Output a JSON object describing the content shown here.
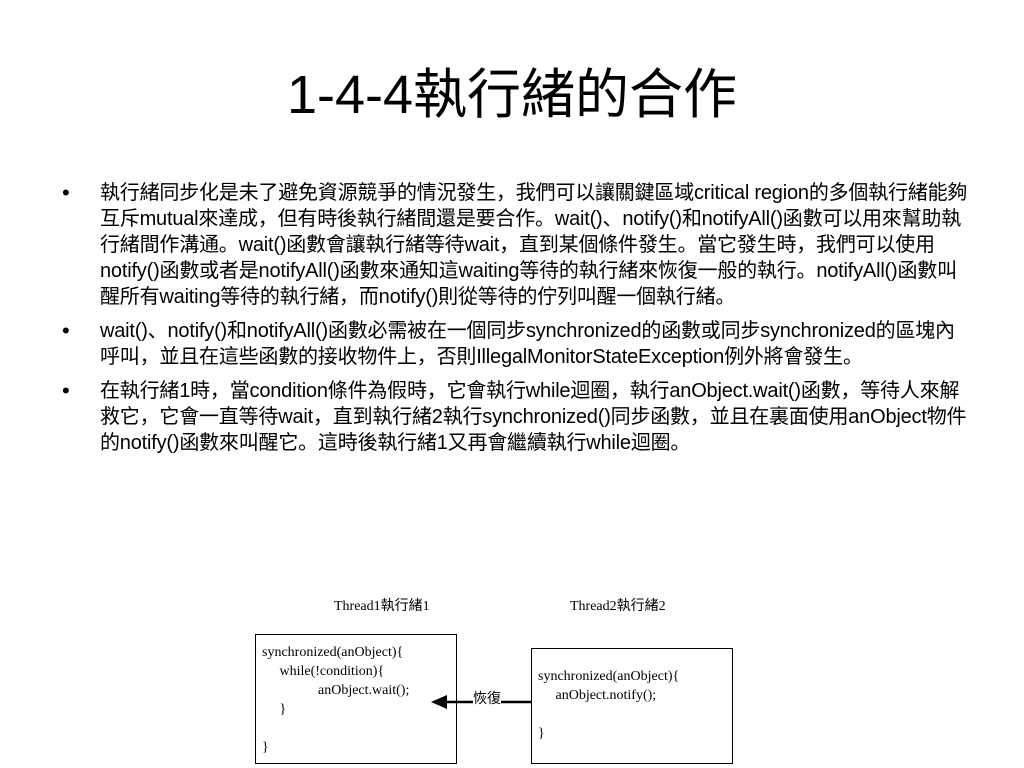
{
  "slide": {
    "title": "1-4-4執行緒的合作",
    "bullet_symbol": "•",
    "bullets": [
      "執行緒同步化是未了避免資源競爭的情況發生，我們可以讓關鍵區域critical region的多個執行緒能夠互斥mutual來達成，但有時後執行緒間還是要合作。wait()、notify()和notifyAll()函數可以用來幫助執行緒間作溝通。wait()函數會讓執行緒等待wait，直到某個條件發生。當它發生時，我們可以使用notify()函數或者是notifyAll()函數來通知這waiting等待的執行緒來恢復一般的執行。notifyAll()函數叫醒所有waiting等待的執行緒，而notify()則從等待的佇列叫醒一個執行緒。",
      "wait()、notify()和notifyAll()函數必需被在一個同步synchronized的函數或同步synchronized的區塊內呼叫，並且在這些函數的接收物件上，否則IllegalMonitorStateException例外將會發生。",
      "在執行緒1時，當condition條件為假時，它會執行while迴圈，執行anObject.wait()函數，等待人來解救它，它會一直等待wait，直到執行緒2執行synchronized()同步函數，並且在裏面使用anObject物件的notify()函數來叫醒它。這時後執行緒1又再會繼續執行while迴圈。"
    ]
  },
  "diagram": {
    "thread1_label": "Thread1執行緒1",
    "thread2_label": "Thread2執行緒2",
    "thread1_code": "synchronized(anObject){\n     while(!condition){\n                anObject.wait();\n     }\n\n}",
    "thread2_code": "synchronized(anObject){\n     anObject.notify();\n\n}",
    "arrow_label": "恢復"
  }
}
